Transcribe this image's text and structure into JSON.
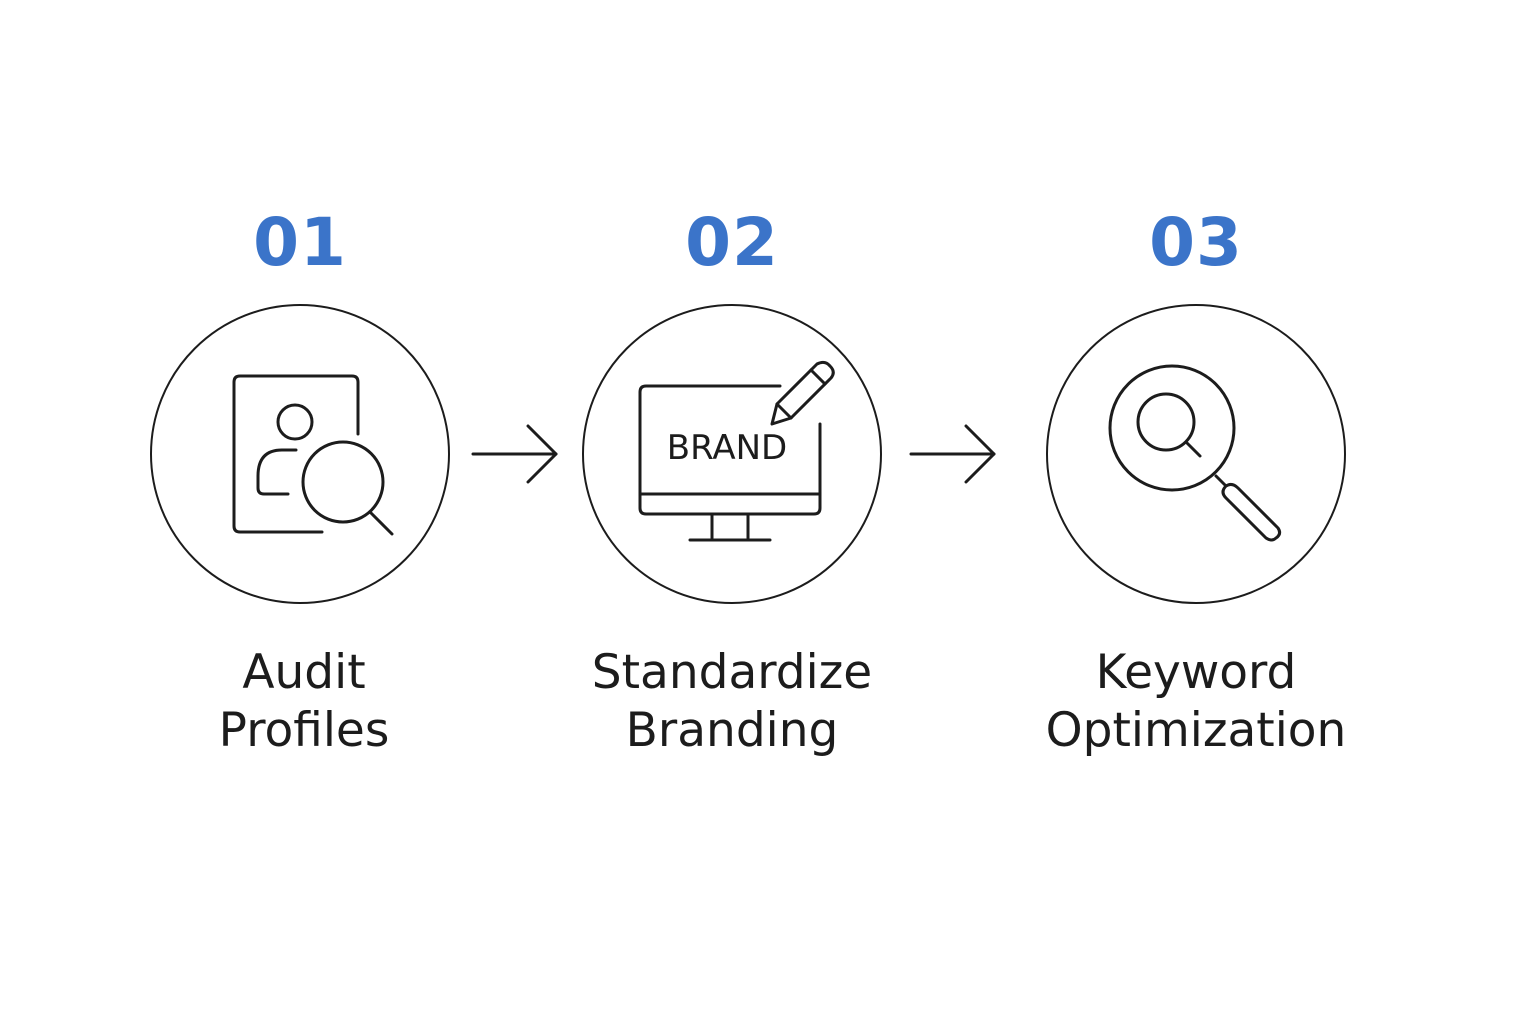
{
  "colors": {
    "accent": "#3b74c9",
    "ink": "#1c1c1c",
    "background": "#ffffff"
  },
  "steps": [
    {
      "number": "01",
      "label_line1": "Audit",
      "label_line2": "Profiles",
      "icon": "profile-search-icon"
    },
    {
      "number": "02",
      "label_line1": "Standardize",
      "label_line2": "Branding",
      "icon": "brand-monitor-icon",
      "icon_text": "BRAND"
    },
    {
      "number": "03",
      "label_line1": "Keyword",
      "label_line2": "Optimization",
      "icon": "magnifier-icon"
    }
  ]
}
